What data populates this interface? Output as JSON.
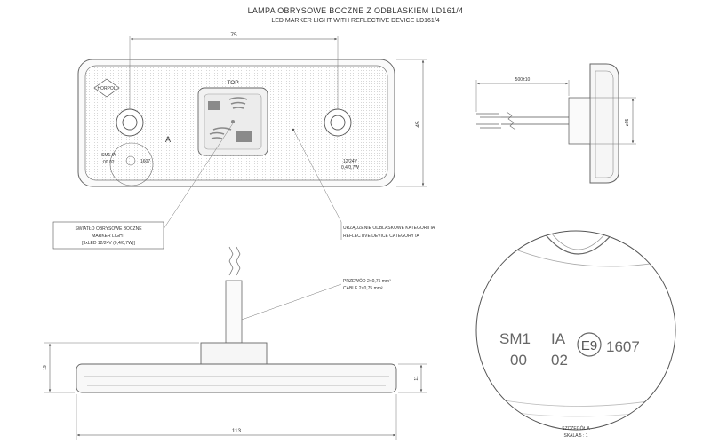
{
  "title": {
    "pl": "LAMPA OBRYSOWE BOCZNE Z ODBLASKIEM LD161/4",
    "en": "LED MARKER LIGHT WITH REFLECTIVE DEVICE LD161/4"
  },
  "dimensions": {
    "hole_spacing": "75",
    "height": "45",
    "total_length": "113",
    "thickness_total": "19",
    "thickness_base": "11",
    "cable_length": "500±10",
    "diameter": "⌀25"
  },
  "front": {
    "top_label": "TOP",
    "logo_text": "HORPOL",
    "detail_marker": "A",
    "marking_left": [
      "SM1 IA",
      "00 02",
      "1607"
    ],
    "marking_right": [
      "12/24V",
      "0,4/0,7W"
    ]
  },
  "callouts": {
    "marker": [
      "ŚWIATŁO OBRYSOWE BOCZNE",
      "MARKER LIGHT",
      "[3xLED 12/24V (0,4/0,7W)]"
    ],
    "reflector": [
      "URZĄDZENIE ODBLASKOWE KATEGORII IA",
      "REFLECTIVE DEVICE CATEGORY IA"
    ],
    "cable": [
      "PRZEWÓD 2×0,75 mm²",
      "CABLE 2×0,75 mm²"
    ]
  },
  "detail": {
    "code": "SM1",
    "category": "IA",
    "n1": "00",
    "n2": "02",
    "approval": "E9",
    "number": "1607",
    "caption": [
      "SZCZEGÓŁ A",
      "SKALA 5 : 1"
    ]
  }
}
